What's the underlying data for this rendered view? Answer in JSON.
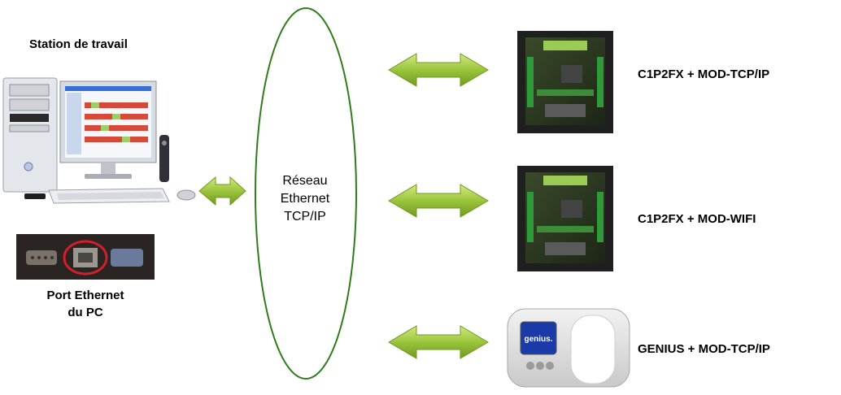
{
  "workstation": {
    "title": "Station de travail"
  },
  "port": {
    "caption_line1": "Port Ethernet",
    "caption_line2": "du PC"
  },
  "network": {
    "line1": "Réseau",
    "line2": "Ethernet",
    "line3": "TCP/IP"
  },
  "devices": [
    {
      "label": "C1P2FX + MOD-TCP/IP"
    },
    {
      "label": "C1P2FX + MOD-WIFI"
    },
    {
      "label": "GENIUS + MOD-TCP/IP",
      "screen_text": "genius."
    }
  ],
  "colors": {
    "arrow_fill": "#9bc43c",
    "arrow_edge": "#6f9a1f",
    "ellipse": "#2f7d18",
    "highlight_ring": "#d21f2a"
  }
}
